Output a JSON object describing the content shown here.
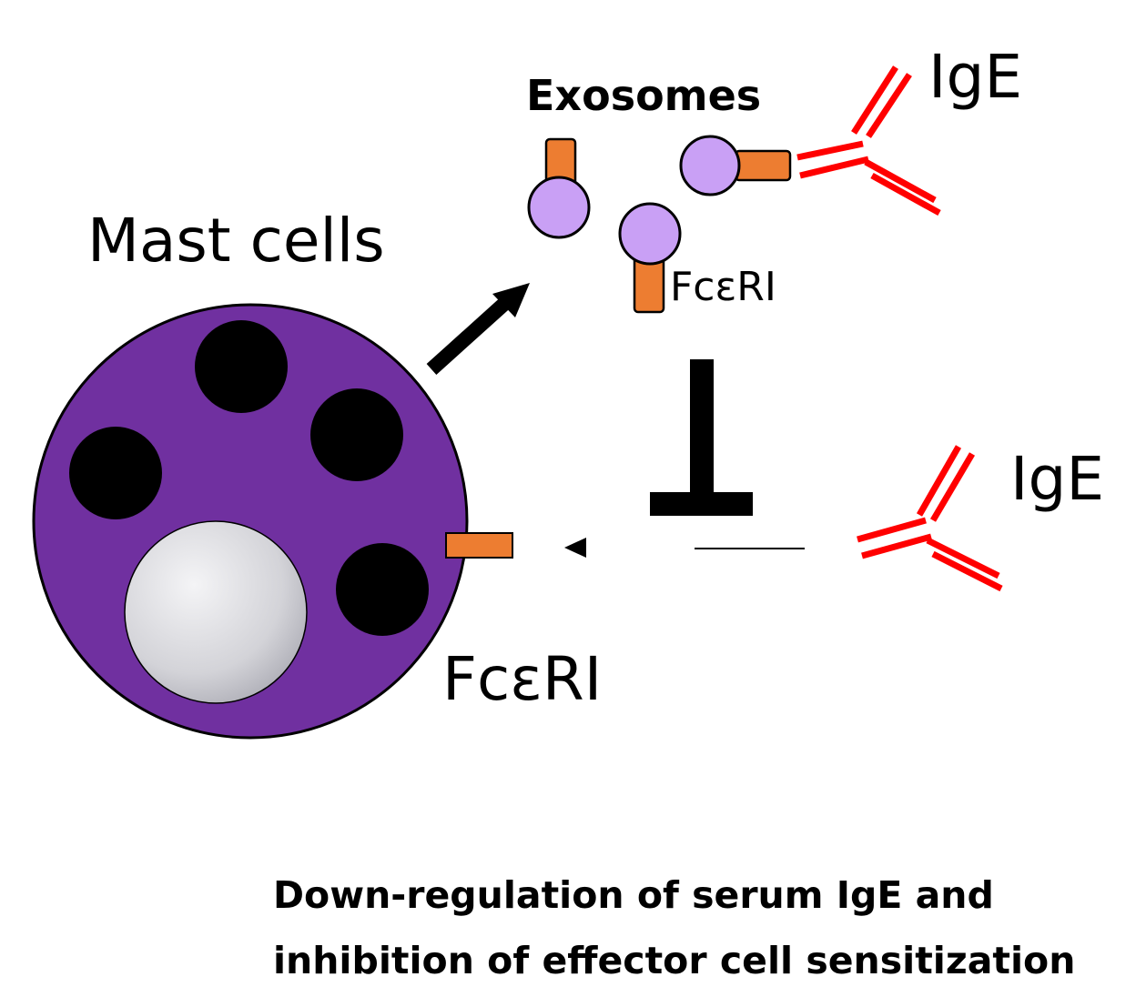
{
  "labels": {
    "mast_cells": "Mast cells",
    "exosomes": "Exosomes",
    "ige_top": "IgE",
    "ige_right": "IgE",
    "fceri_small": "FcεRI",
    "fceri_large": "FcεRI"
  },
  "caption": {
    "line1": "Down-regulation of serum IgE and",
    "line2": "inhibition of effector cell sensitization"
  },
  "colors": {
    "cell": "#7030A0",
    "granule": "#000000",
    "nucleus": "#D9D9DD",
    "receptor": "#ED7D31",
    "exosome": "#C9A0F5",
    "antibody": "#FF0000"
  }
}
